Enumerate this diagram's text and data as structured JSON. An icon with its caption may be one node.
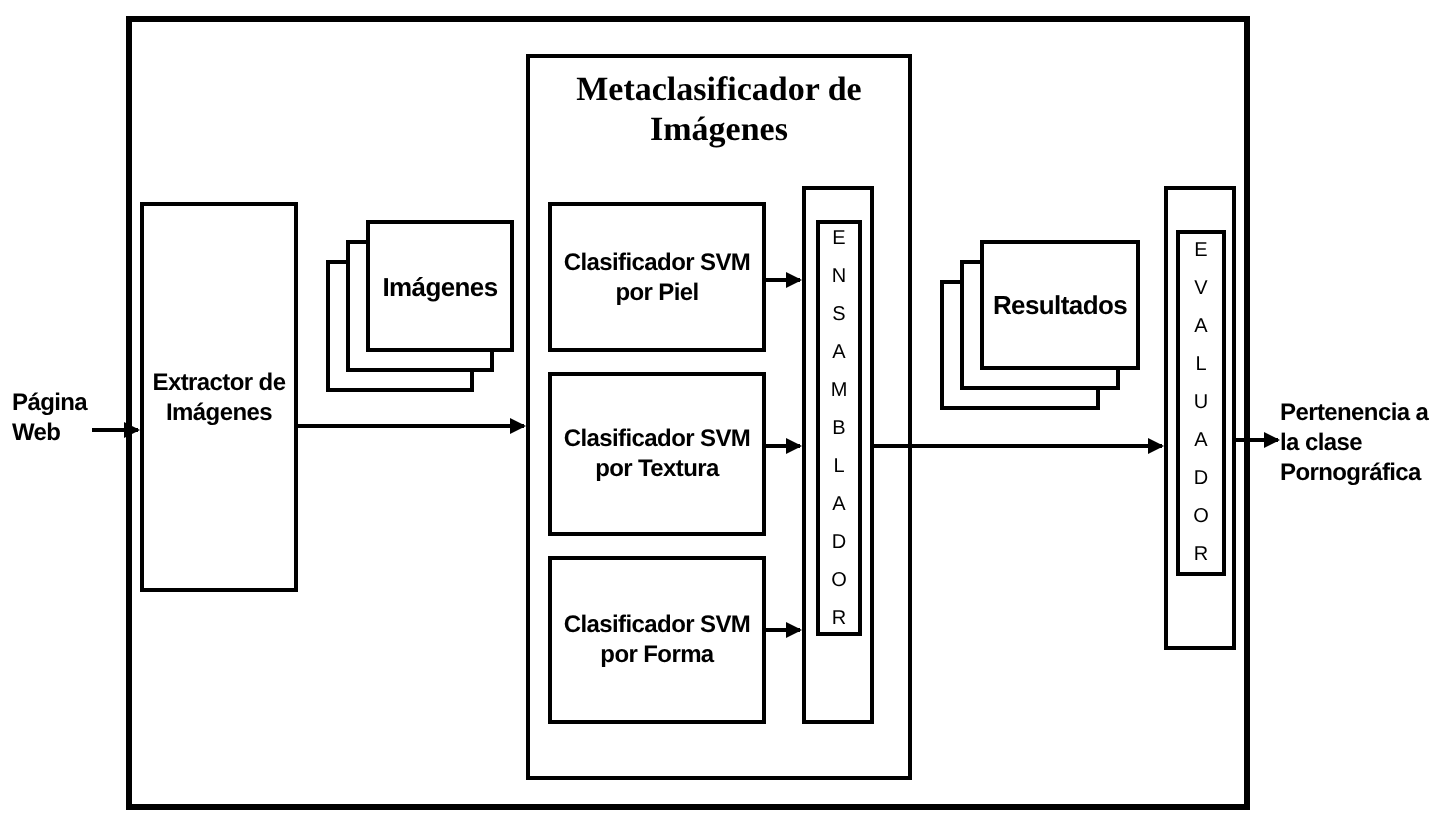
{
  "diagram": {
    "nodes": [
      {
        "text": [
          "Página Web"
        ]
      },
      {
        "text": [],
        "shape": "box"
      },
      {
        "text": [
          "Extractor de Imágenes"
        ],
        "in": 1
      },
      {
        "text": [
          "Imágenes"
        ],
        "in": 1
      },
      {
        "text": [
          "Metaclasificador de Imágenes"
        ],
        "in": 1
      },
      {
        "text": [
          "Clasificador SVM por Piel"
        ],
        "in": 4
      },
      {
        "text": [
          "Clasificador SVM por Textura"
        ],
        "in": 4
      },
      {
        "text": [
          "Clasificador SVM por Forma"
        ],
        "in": 4
      },
      {
        "text": [],
        "shape": "box",
        "in": 4
      },
      {
        "text": [
          "ENSAMBLADOR"
        ],
        "in": 8
      },
      {
        "text": [
          "Resultados"
        ],
        "in": 1
      },
      {
        "text": [],
        "shape": "box",
        "in": 1
      },
      {
        "text": [
          "EVALUADOR"
        ],
        "in": 11
      },
      {
        "text": [
          "Pertenencia a la clase Pornográfica"
        ]
      }
    ],
    "edges": [
      {
        "from": 0,
        "to": 2,
        "arrow": "to"
      },
      {
        "from": 2,
        "to": 4,
        "arrow": "to"
      },
      {
        "from": 5,
        "to": 8,
        "arrow": "to"
      },
      {
        "from": 6,
        "to": 8,
        "arrow": "to"
      },
      {
        "from": 7,
        "to": 8,
        "arrow": "to"
      },
      {
        "from": 8,
        "to": 11,
        "arrow": "to"
      },
      {
        "from": 11,
        "to": 13,
        "arrow": "to"
      }
    ]
  }
}
